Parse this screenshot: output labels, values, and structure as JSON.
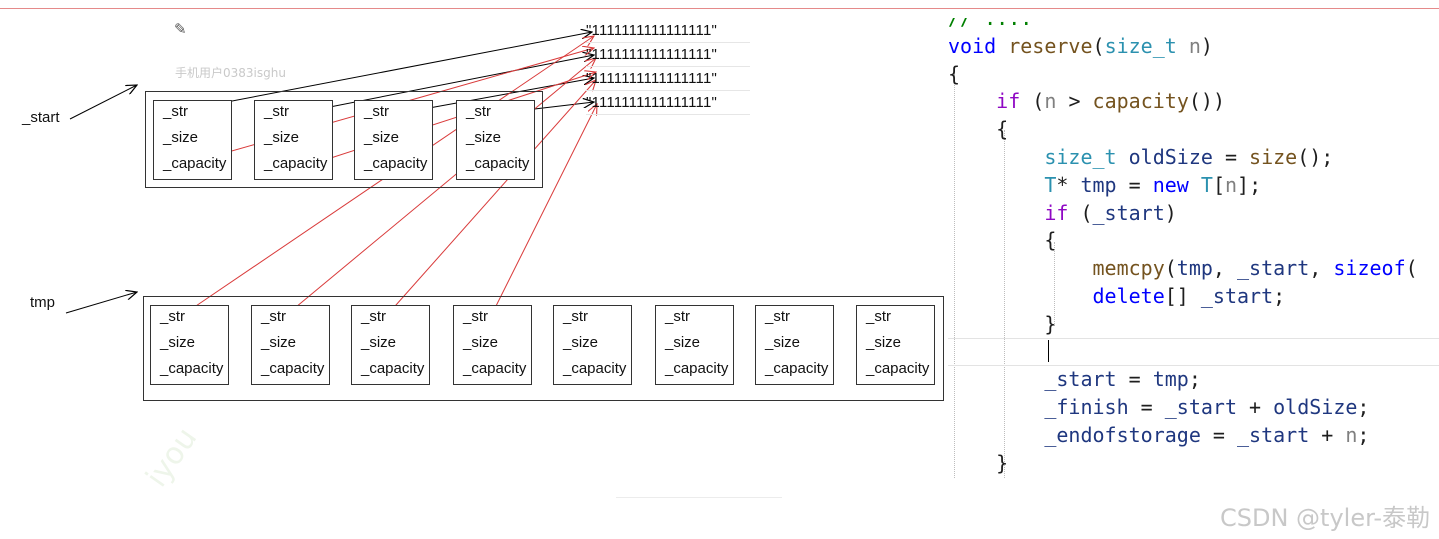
{
  "labels": {
    "start": "_start",
    "tmp": "tmp"
  },
  "fields": [
    "_str",
    "_size",
    "_capacity"
  ],
  "old_cell_count": 4,
  "new_cell_count": 8,
  "strings": [
    "\"1111111111111111\"",
    "\"1111111111111111\"",
    "\"1111111111111111\"",
    "\"1111111111111111\""
  ],
  "watermarks": {
    "user": "手机用户0383isghu",
    "csdn": "CSDN @tyler-泰勒"
  },
  "icons": {
    "pencil": "pencil-icon"
  },
  "colors": {
    "arrow_red": "#d93a3a",
    "arrow_black": "#000000",
    "keyword": "#0000ff",
    "control": "#8f08c4",
    "type": "#2b91af",
    "function": "#74531f",
    "member": "#1f377f",
    "param": "#808080"
  },
  "code": {
    "lines": [
      "// ....",
      "void reserve(size_t n)",
      "{",
      "    if (n > capacity())",
      "    {",
      "        size_t oldSize = size();",
      "        T* tmp = new T[n];",
      "        if (_start)",
      "        {",
      "            memcpy(tmp, _start, sizeof(",
      "            delete[] _start;",
      "        }",
      "",
      "        _start = tmp;",
      "        _finish = _start + oldSize;",
      "        _endofstorage = _start + n;",
      "    }"
    ]
  }
}
